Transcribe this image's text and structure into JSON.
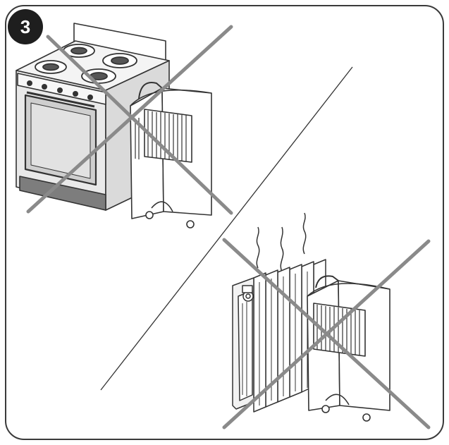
{
  "step": {
    "number": "3"
  },
  "colors": {
    "frame_stroke": "#3a3a3a",
    "badge_fill": "#1e1e1e",
    "badge_text": "#ffffff",
    "cross_stroke": "#8a8a8a",
    "line_art": "#333333",
    "appliance_fill": "#ffffff",
    "stove_body_fill": "#e6e6e6",
    "oven_window_fill": "#cfcfcf",
    "stove_base_fill": "#7d7d7d"
  },
  "icons": {
    "badge": "step-number-badge",
    "panel_1": "stove-next-to-dehumidifier-prohibited",
    "panel_2": "radiator-next-to-dehumidifier-prohibited",
    "cross": "prohibition-cross"
  }
}
